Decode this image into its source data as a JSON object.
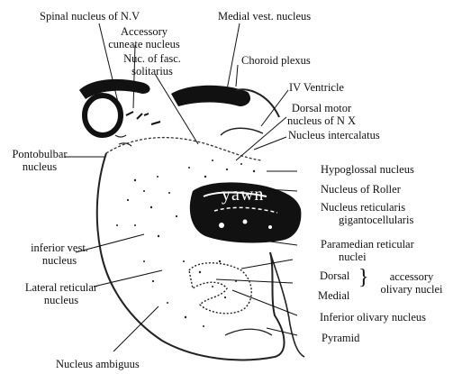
{
  "labels": {
    "spinal_nucleus": "Spinal nucleus of N.V",
    "medial_vest": "Medial vest. nucleus",
    "accessory_cuneate_1": "Accessory",
    "accessory_cuneate_2": "cuneate nucleus",
    "nuc_fasc_1": "Nuc. of fasc.",
    "nuc_fasc_2": "solitarius",
    "choroid_plexus": "Choroid plexus",
    "iv_ventricle": "IV Ventricle",
    "dorsal_motor_1": "Dorsal motor",
    "dorsal_motor_2": "nucleus of N X",
    "nucleus_intercalatus": "Nucleus intercalatus",
    "pontobulbar_1": "Pontobulbar",
    "pontobulbar_2": "nucleus",
    "hypoglossal": "Hypoglossal nucleus",
    "roller": "Nucleus of Roller",
    "reticularis_1": "Nucleus reticularis",
    "reticularis_2": "gigantocellularis",
    "inferior_vest_1": "inferior vest.",
    "inferior_vest_2": "nucleus",
    "paramedian_1": "Paramedian reticular",
    "paramedian_2": "nuclei",
    "dorsal": "Dorsal",
    "medial": "Medial",
    "accessory_olivary_1": "accessory",
    "accessory_olivary_2": "olivary nuclei",
    "lateral_reticular_1": "Lateral reticular",
    "lateral_reticular_2": "nucleus",
    "inferior_olivary": "Inferior olivary nucleus",
    "pyramid": "Pyramid",
    "nucleus_ambiguus": "Nucleus ambiguus"
  },
  "watermark": "yawn"
}
